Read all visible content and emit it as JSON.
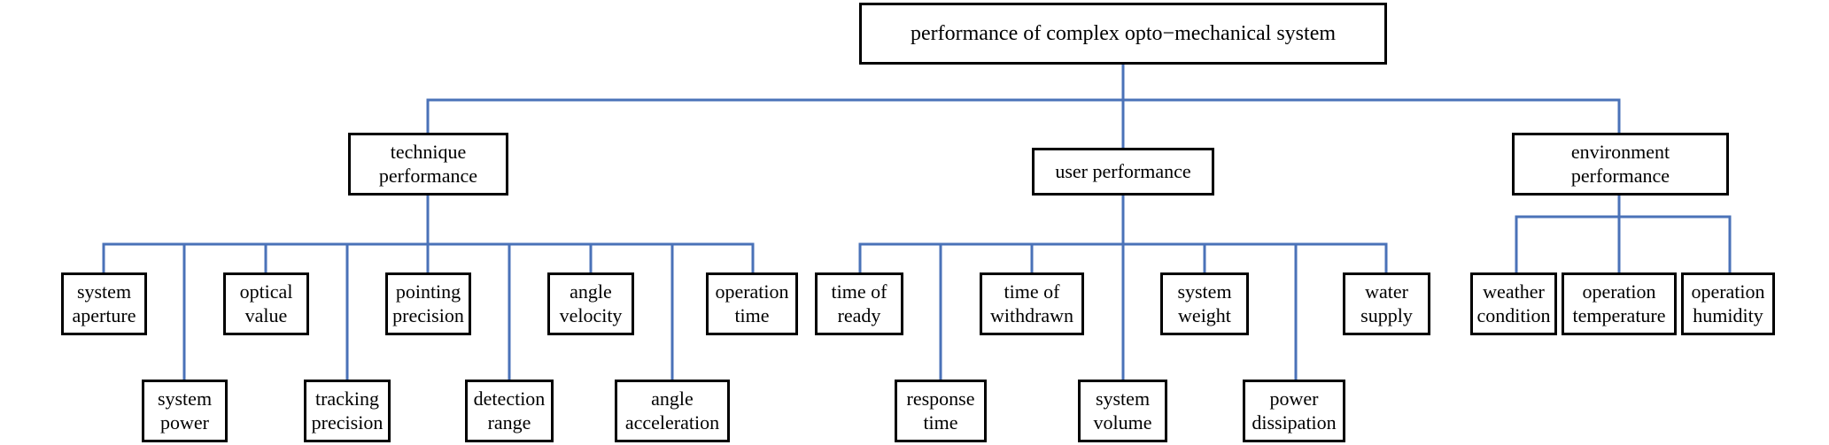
{
  "root": {
    "label": "performance of complex opto−mechanical system"
  },
  "categories": [
    {
      "label": "technique\nperformance",
      "items": [
        "system\naperture",
        "system\npower",
        "optical\nvalue",
        "tracking\nprecision",
        "pointing\nprecision",
        "detection\nrange",
        "angle\nvelocity",
        "angle\nacceleration",
        "operation\ntime"
      ]
    },
    {
      "label": "user performance",
      "items": [
        "time of\nready",
        "response\ntime",
        "time of\nwithdrawn",
        "system\nvolume",
        "system\nweight",
        "power\ndissipation",
        "water\nsupply"
      ]
    },
    {
      "label": "environment\nperformance",
      "items": [
        "weather\ncondition",
        "operation\ntemperature",
        "operation\nhumidity"
      ]
    }
  ],
  "colors": {
    "line": "#4a72b8",
    "box_border": "#000000"
  }
}
